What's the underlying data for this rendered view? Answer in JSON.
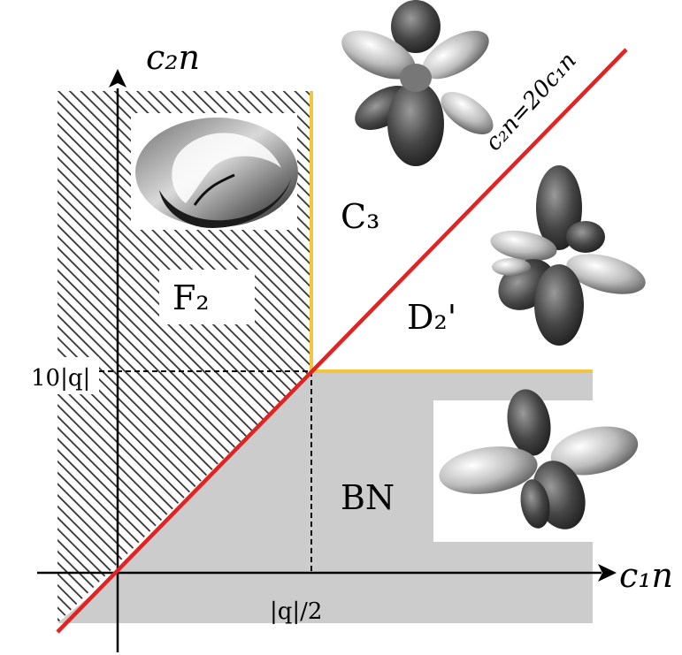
{
  "diagram": {
    "axes": {
      "x_label": "c₁n",
      "y_label": "c₂n"
    },
    "ticks": {
      "x": "|q|/2",
      "y": "10|q|"
    },
    "boundary_line_label": "c₂n=20c₁n",
    "phases": [
      {
        "id": "F2",
        "label": "F₂",
        "icon": "ferromagnetic-torus-icon"
      },
      {
        "id": "C3",
        "label": "C₃",
        "icon": "cyclic-order-parameter-icon"
      },
      {
        "id": "D2p",
        "label": "D₂'",
        "icon": "dihedral-order-parameter-icon"
      },
      {
        "id": "BN",
        "label": "BN",
        "icon": "biaxial-nematic-order-parameter-icon"
      }
    ],
    "colors": {
      "boundary_line": "#e02424",
      "phase_edge": "#f2c53d",
      "bn_region": "#cccccc",
      "hatch": "#333333",
      "axis": "#000000"
    }
  }
}
